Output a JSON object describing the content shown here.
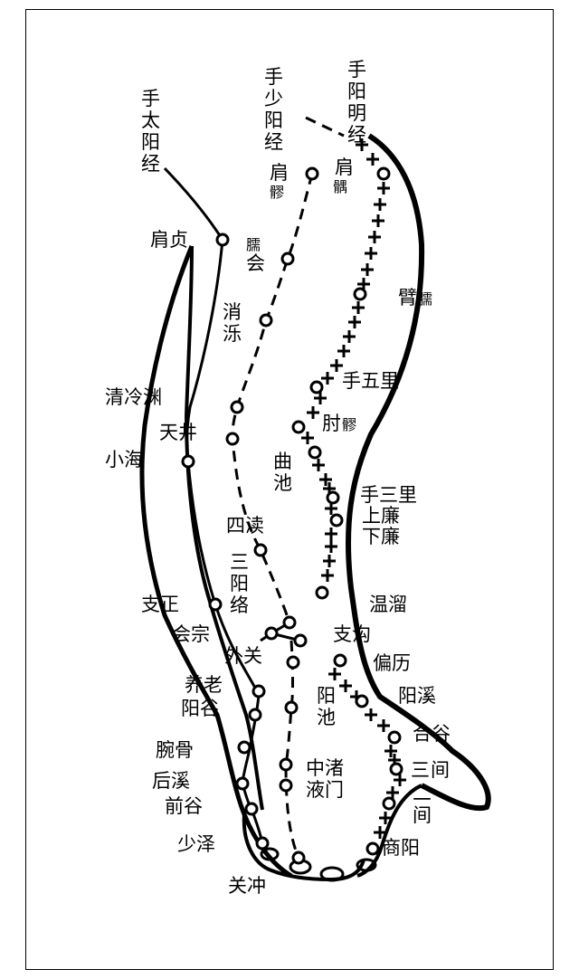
{
  "meridians": {
    "taiyang": [
      "手",
      "太",
      "阳",
      "经"
    ],
    "shaoyang": [
      "手",
      "少",
      "阳",
      "经"
    ],
    "yangming": [
      "手",
      "阳",
      "明",
      "经"
    ]
  },
  "points": {
    "jianyu_a": "肩",
    "jianyu_b": "髃",
    "jianliao_a": "肩",
    "jianliao_b": "髎",
    "jianzhen": "肩贞",
    "naohui_a": "臑",
    "naohui_b": "会",
    "binao_a": "臂",
    "binao_b": "臑",
    "xiaoluo_a": "消",
    "xiaoluo_b": "泺",
    "shouwuli": "手五里",
    "qinglengyuan": "清冷渊",
    "tianjing": "天井",
    "xiaohai": "小海",
    "zhouliao_a": "肘",
    "zhouliao_b": "髎",
    "quchi_a": "曲",
    "quchi_b": "池",
    "shousanli": "手三里",
    "shanglian": "上廉",
    "xialian": "下廉",
    "sidu": "四渎",
    "sanyangluo_a": "三",
    "sanyangluo_b": "阳",
    "sanyangluo_c": "络",
    "zhizheng": "支正",
    "wenliu": "温溜",
    "huizong": "会宗",
    "zhigou": "支沟",
    "waiguan": "外关",
    "pianli": "偏历",
    "yanglao": "养老",
    "yangchi_a": "阳",
    "yangchi_b": "池",
    "yangxi": "阳溪",
    "yanggu": "阳谷",
    "hegu": "合谷",
    "wangu": "腕骨",
    "zhongzhu": "中渚",
    "sanjian_a": "三",
    "sanjian_b": "间",
    "houxi": "后溪",
    "yemen": "液门",
    "erjian_a": "二",
    "erjian_b": "间",
    "qiangu": "前谷",
    "shaoze": "少泽",
    "shangyang": "商阳",
    "guanchong": "关冲"
  }
}
